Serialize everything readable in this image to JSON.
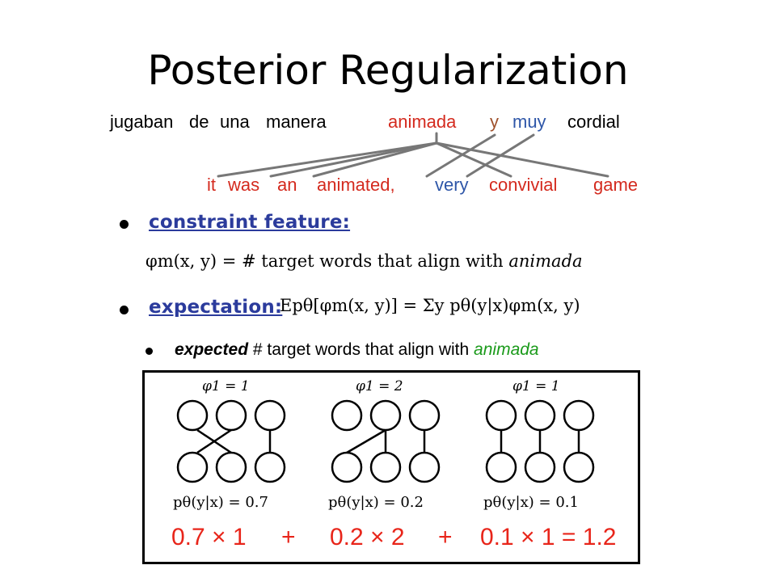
{
  "title": "Posterior Regularization",
  "alignment": {
    "source_words": [
      "jugaban",
      "de",
      "una",
      "manera",
      "animada",
      "y",
      "muy",
      "cordial"
    ],
    "target_words": [
      "it",
      "was",
      "an",
      "animated,",
      "very",
      "convivial",
      "game"
    ],
    "colors": {
      "source_default": "#000000",
      "animada": "#d42a1e",
      "y": "#a0522d",
      "muy": "#2e56a8",
      "target_default": "#d42a1e",
      "very": "#2e56a8",
      "links": "#777777"
    }
  },
  "bullets": {
    "constraint_label": "constraint feature:",
    "constraint_formula_lhs": "φm(x, y) = #",
    "constraint_formula_text": "target words that align with",
    "constraint_formula_word": "animada",
    "expectation_label": "expectation:",
    "expectation_formula": "Epθ[φm(x, y)] = Σy pθ(y|x)φm(x, y)",
    "sub_expected": "expected",
    "sub_text": "# target words that align with",
    "sub_word": "animada"
  },
  "examples": [
    {
      "phi": "φ1 = 1",
      "prob": "pθ(y|x) = 0.7"
    },
    {
      "phi": "φ1 = 2",
      "prob": "pθ(y|x) = 0.2"
    },
    {
      "phi": "φ1 = 1",
      "prob": "pθ(y|x) = 0.1"
    }
  ],
  "sum": {
    "term1": "0.7 × 1",
    "plus1": "+",
    "term2": "0.2 × 2",
    "plus2": "+",
    "term3": "0.1 × 1 = 1.2"
  },
  "accent_colors": {
    "heading_blue": "#2b3b9c",
    "sum_red": "#e8251a",
    "animada_green": "#1a9a1a"
  }
}
